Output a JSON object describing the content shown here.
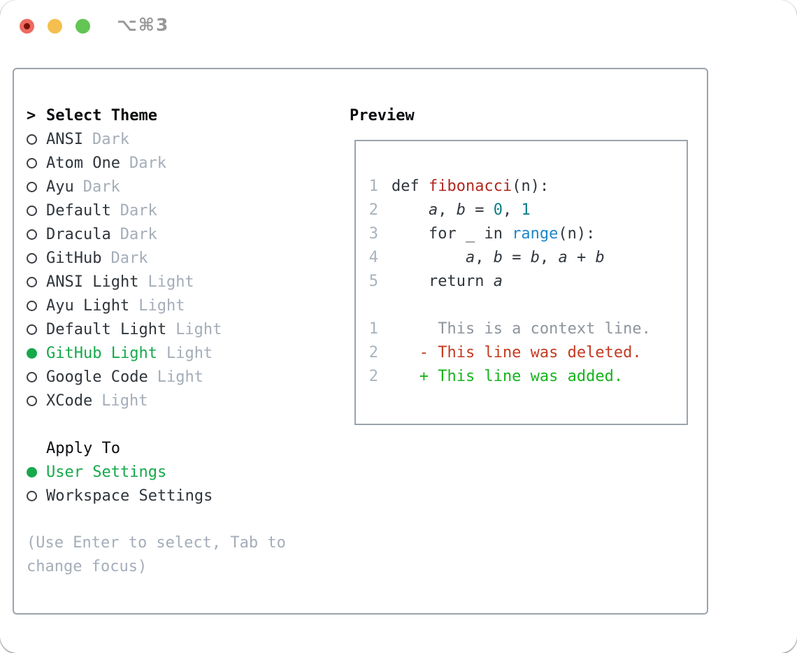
{
  "titlebar": {
    "title": "⌥⌘3",
    "traffic_lights": [
      "close",
      "minimize",
      "zoom"
    ]
  },
  "theme_section": {
    "cursor": ">",
    "header": "Select Theme",
    "themes": [
      {
        "name": "ANSI",
        "tag": "Dark",
        "selected": false
      },
      {
        "name": "Atom One",
        "tag": "Dark",
        "selected": false
      },
      {
        "name": "Ayu",
        "tag": "Dark",
        "selected": false
      },
      {
        "name": "Default",
        "tag": "Dark",
        "selected": false
      },
      {
        "name": "Dracula",
        "tag": "Dark",
        "selected": false
      },
      {
        "name": "GitHub",
        "tag": "Dark",
        "selected": false
      },
      {
        "name": "ANSI Light",
        "tag": "Light",
        "selected": false
      },
      {
        "name": "Ayu Light",
        "tag": "Light",
        "selected": false
      },
      {
        "name": "Default Light",
        "tag": "Light",
        "selected": false
      },
      {
        "name": "GitHub Light",
        "tag": "Light",
        "selected": true
      },
      {
        "name": "Google Code",
        "tag": "Light",
        "selected": false
      },
      {
        "name": "XCode",
        "tag": "Light",
        "selected": false
      }
    ]
  },
  "apply_section": {
    "header": "Apply To",
    "options": [
      {
        "name": "User Settings",
        "selected": true
      },
      {
        "name": "Workspace Settings",
        "selected": false
      }
    ]
  },
  "help_text": "(Use Enter to select, Tab to change focus)",
  "preview": {
    "header": "Preview",
    "lines": [
      {
        "num": "1",
        "tokens": [
          [
            "def ",
            "plain"
          ],
          [
            "fibonacci",
            "fn"
          ],
          [
            "(n):",
            "plain"
          ]
        ]
      },
      {
        "num": "2",
        "tokens": [
          [
            "    ",
            "plain"
          ],
          [
            "a",
            "var"
          ],
          [
            ", ",
            "plain"
          ],
          [
            "b",
            "var"
          ],
          [
            " = ",
            "plain"
          ],
          [
            "0",
            "num"
          ],
          [
            ", ",
            "plain"
          ],
          [
            "1",
            "num"
          ]
        ]
      },
      {
        "num": "3",
        "tokens": [
          [
            "    for _ in ",
            "plain"
          ],
          [
            "range",
            "bi"
          ],
          [
            "(n):",
            "plain"
          ]
        ]
      },
      {
        "num": "4",
        "tokens": [
          [
            "        ",
            "plain"
          ],
          [
            "a",
            "var"
          ],
          [
            ", ",
            "plain"
          ],
          [
            "b",
            "var"
          ],
          [
            " = ",
            "plain"
          ],
          [
            "b",
            "var"
          ],
          [
            ", ",
            "plain"
          ],
          [
            "a",
            "var"
          ],
          [
            " + ",
            "plain"
          ],
          [
            "b",
            "var"
          ]
        ]
      },
      {
        "num": "5",
        "tokens": [
          [
            "    return ",
            "plain"
          ],
          [
            "a",
            "var"
          ]
        ]
      },
      {
        "num": "",
        "tokens": []
      },
      {
        "num": "1",
        "tokens": [
          [
            "     This is a context line.",
            "ctx"
          ]
        ]
      },
      {
        "num": "2",
        "tokens": [
          [
            "   - This line was deleted.",
            "del"
          ]
        ]
      },
      {
        "num": "2",
        "tokens": [
          [
            "   + This line was added.",
            "add"
          ]
        ]
      }
    ]
  },
  "colors": {
    "accent_green": "#16a94b",
    "muted_gray": "#a4adb9",
    "panel_border": "#9aa3ad",
    "text_dark": "#2f353b",
    "syntax_function_red": "#b2271e",
    "syntax_number_teal": "#0d7e87",
    "syntax_builtin_blue": "#1f86c9",
    "diff_context_gray": "#8d959d",
    "diff_deleted_red": "#c43a20",
    "diff_added_green": "#16b41c",
    "line_number_gray": "#a9b3bd",
    "traffic_red": "#ed6a5f",
    "traffic_yellow": "#f5bf4f",
    "traffic_green": "#62c554",
    "title_gray": "#98989b"
  }
}
